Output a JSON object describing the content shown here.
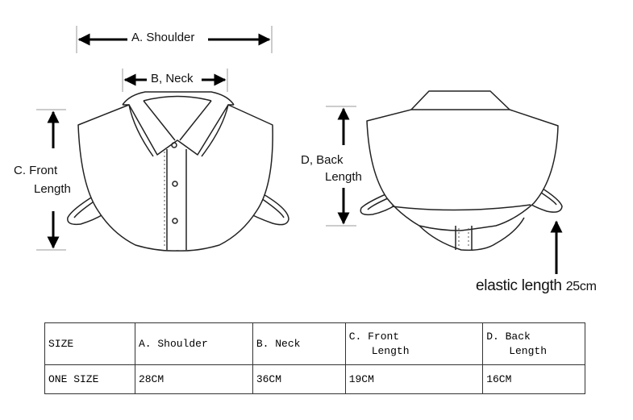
{
  "labels": {
    "shoulder": "A. Shoulder",
    "neck": "B, Neck",
    "front_line1": "C. Front",
    "front_line2": "Length",
    "back_line1": "D, Back",
    "back_line2": "Length",
    "elastic": "elastic length",
    "elastic_value": "25cm"
  },
  "table": {
    "headers": [
      {
        "line1": "SIZE",
        "line2": ""
      },
      {
        "line1": "A. Shoulder",
        "line2": ""
      },
      {
        "line1": "B. Neck",
        "line2": ""
      },
      {
        "line1": "C. Front",
        "line2": "Length"
      },
      {
        "line1": "D. Back",
        "line2": "Length"
      }
    ],
    "row": [
      "ONE SIZE",
      "28CM",
      "36CM",
      "19CM",
      "16CM"
    ]
  }
}
